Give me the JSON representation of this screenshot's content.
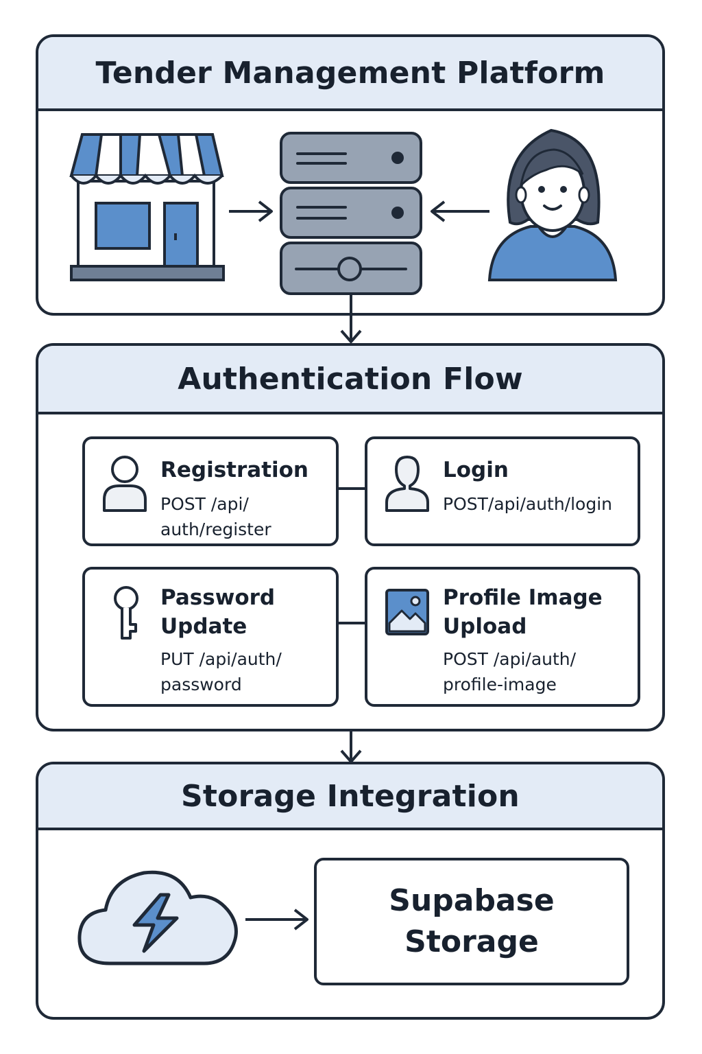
{
  "platform": {
    "title": "Tender Management Platform",
    "icons": [
      "storefront-icon",
      "server-icon",
      "user-icon"
    ]
  },
  "auth": {
    "title": "Authentication Flow",
    "cards": [
      {
        "title": "Registration",
        "endpoint_line1": "POST /api/",
        "endpoint_line2": "auth/register",
        "icon": "user-outline-icon"
      },
      {
        "title": "Login",
        "endpoint_line1": "POST/api/auth/login",
        "icon": "user-outline-icon"
      },
      {
        "title_line1": "Password",
        "title_line2": "Update",
        "endpoint_line1": "PUT /api/auth/",
        "endpoint_line2": "password",
        "icon": "key-icon"
      },
      {
        "title_line1": "Profile Image",
        "title_line2": "Upload",
        "endpoint_line1": "POST /api/auth/",
        "endpoint_line2": "profile-image",
        "icon": "image-icon"
      }
    ]
  },
  "storage": {
    "title": "Storage Integration",
    "target_line1": "Supabase",
    "target_line2": "Storage",
    "icon": "cloud-lightning-icon"
  },
  "colors": {
    "outline": "#1f2937",
    "header_fill": "#e3ebf6",
    "accent_blue": "#5b8fcb",
    "server_gray": "#97a3b3",
    "light_fill": "#eef1f5"
  }
}
